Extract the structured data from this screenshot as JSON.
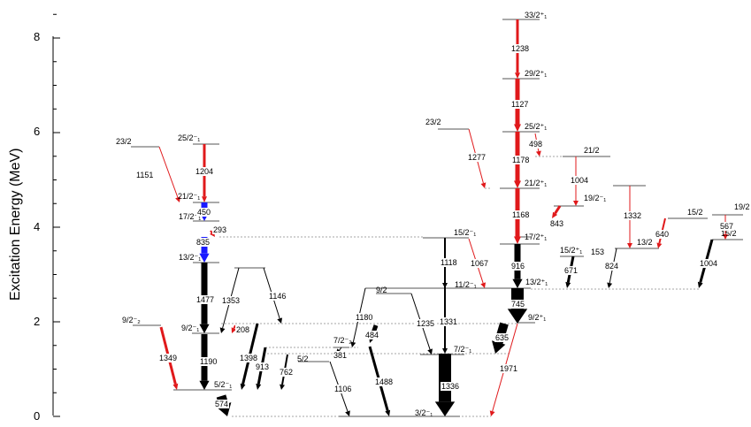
{
  "axis": {
    "label": "Excitation Energy (MeV)",
    "ticks": [
      "0",
      "2",
      "4",
      "6",
      "8"
    ]
  },
  "levels": [
    {
      "id": "L0",
      "label": "3/2⁻₁"
    },
    {
      "id": "L1",
      "label": "5/2⁻₁"
    },
    {
      "id": "L2",
      "label": "7/2⁻₁"
    },
    {
      "id": "L3",
      "label": "5/2"
    },
    {
      "id": "L4",
      "label": "7/2⁻₂"
    },
    {
      "id": "L5",
      "label": "9/2⁻₁"
    },
    {
      "id": "L6",
      "label": "9/2⁻₂"
    },
    {
      "id": "L7",
      "label": "9/2⁺₁"
    },
    {
      "id": "L8",
      "label": "11/2⁻₁"
    },
    {
      "id": "L9",
      "label": "9/2"
    },
    {
      "id": "L10",
      "label": "13/2⁺₁"
    },
    {
      "id": "L11",
      "label": "13/2⁻₁"
    },
    {
      "id": "L12",
      "label": "15/2⁺₁"
    },
    {
      "id": "L13",
      "label": "15/2⁻₁"
    },
    {
      "id": "L14",
      "label": "17/2⁺₁"
    },
    {
      "id": "L15",
      "label": "17/2⁻₁"
    },
    {
      "id": "L16",
      "label": "19/2⁻₁"
    },
    {
      "id": "L17",
      "label": "21/2⁻₁"
    },
    {
      "id": "L18",
      "label": "21/2⁺₁"
    },
    {
      "id": "L19",
      "label": "23/2"
    },
    {
      "id": "L20",
      "label": "23/2"
    },
    {
      "id": "L21",
      "label": "25/2⁻₁"
    },
    {
      "id": "L22",
      "label": "25/2⁺₁"
    },
    {
      "id": "L23",
      "label": "21/2"
    },
    {
      "id": "L24",
      "label": "13/2"
    },
    {
      "id": "L25",
      "label": "15/2"
    },
    {
      "id": "L26",
      "label": "15/2"
    },
    {
      "id": "L27",
      "label": "19/2"
    },
    {
      "id": "L28",
      "label": "29/2⁺₁"
    },
    {
      "id": "L29",
      "label": "33/2⁺₁"
    }
  ],
  "transitions": [
    "574",
    "1190",
    "1349",
    "208",
    "1398",
    "913",
    "762",
    "1353",
    "1146",
    "1477",
    "835",
    "293",
    "450",
    "1204",
    "1151",
    "1106",
    "381",
    "484",
    "1488",
    "1180",
    "1336",
    "1331",
    "1235",
    "1118",
    "1067",
    "635",
    "1971",
    "745",
    "916",
    "671",
    "153",
    "824",
    "1168",
    "843",
    "1004",
    "1332",
    "640",
    "1004",
    "567",
    "1277",
    "1178",
    "498",
    "1127",
    "1238"
  ],
  "colors": {
    "strong": "#000000",
    "red": "#e0191b",
    "blue": "#1a1aff",
    "level": "#555555",
    "dotted": "#888888"
  }
}
